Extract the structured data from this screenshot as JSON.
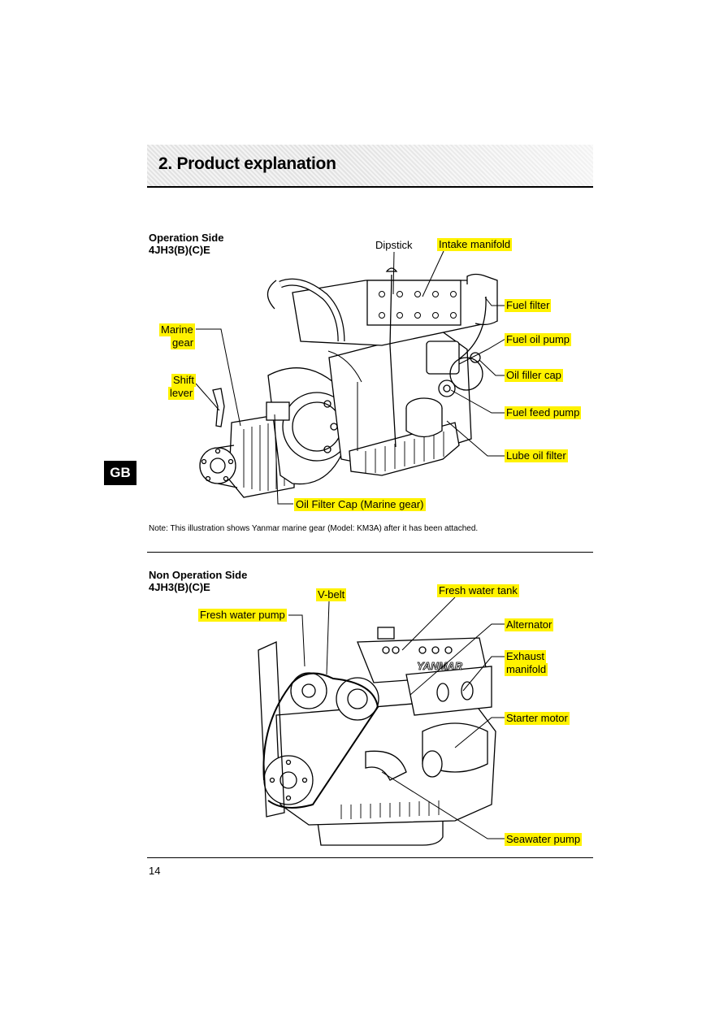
{
  "page": {
    "title": "2. Product explanation",
    "language_tab": "GB",
    "page_number": "14"
  },
  "operation_side": {
    "heading": "Operation Side",
    "model": "4JH3(B)(C)E",
    "labels": {
      "dipstick": "Dipstick",
      "intake_manifold": "Intake manifold",
      "fuel_filter": "Fuel filter",
      "fuel_oil_pump": "Fuel oil pump",
      "oil_filler_cap": "Oil filler cap",
      "fuel_feed_pump": "Fuel feed pump",
      "lube_oil_filter": "Lube oil filter",
      "marine_gear_line1": "Marine",
      "marine_gear_line2": "gear",
      "shift_lever_line1": "Shift",
      "shift_lever_line2": "lever",
      "oil_filter_cap_marine_gear": "Oil Filter Cap (Marine gear)"
    },
    "note": "Note: This illustration shows Yanmar marine gear (Model: KM3A) after it has been attached."
  },
  "non_operation_side": {
    "heading": "Non Operation Side",
    "model": "4JH3(B)(C)E",
    "labels": {
      "fresh_water_pump": "Fresh water pump",
      "v_belt": "V-belt",
      "fresh_water_tank": "Fresh water tank",
      "alternator": "Alternator",
      "exhaust_manifold_line1": "Exhaust",
      "exhaust_manifold_line2": "manifold",
      "starter_motor": "Starter motor",
      "seawater_pump": "Seawater pump"
    },
    "brand_on_engine": "YANMAR"
  },
  "colors": {
    "highlight": "#fff200",
    "ink": "#000000",
    "header_band": "#e8e8e8"
  }
}
